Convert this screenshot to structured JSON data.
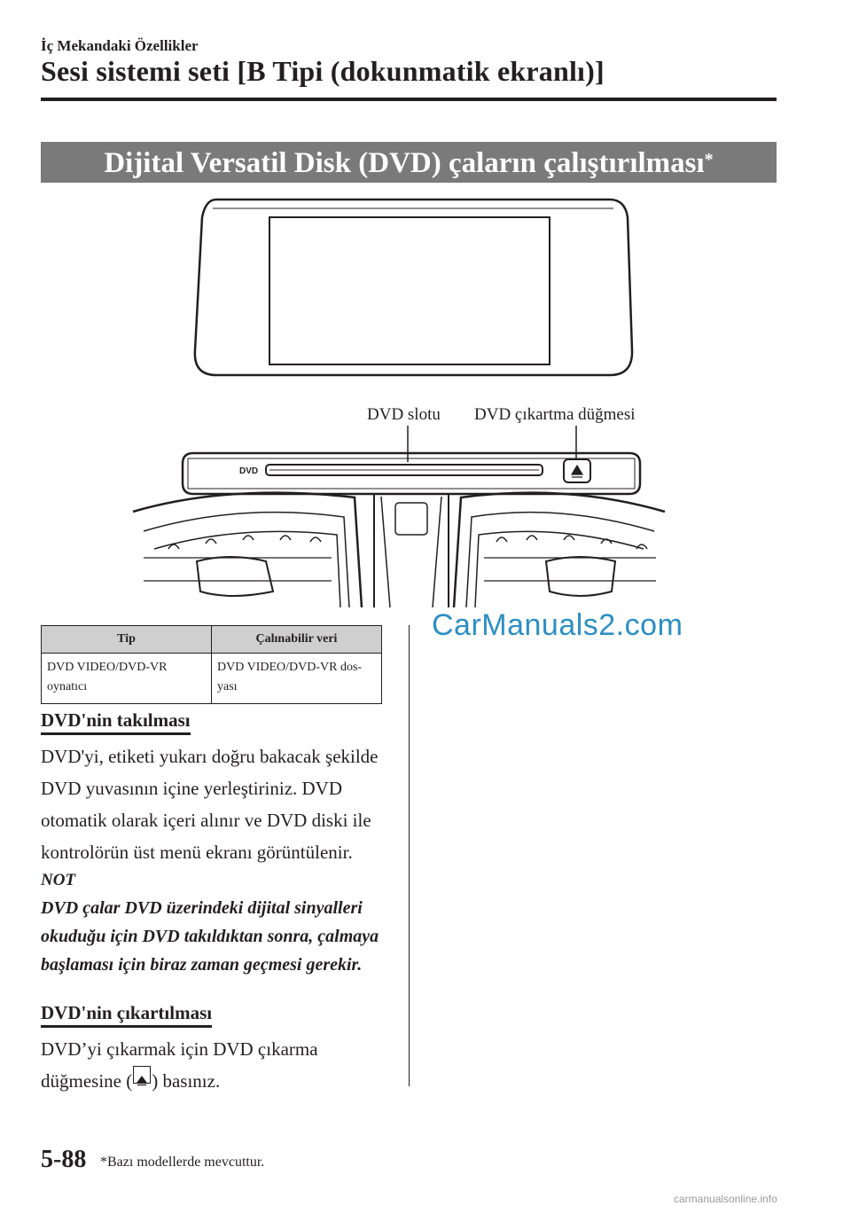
{
  "header": {
    "section": "İç Mekandaki Özellikler",
    "title": "Sesi sistemi seti [B Tipi (dokunmatik ekranlı)]"
  },
  "banner": {
    "title": "Dijital Versatil Disk (DVD) çaların çalıştırılması",
    "mark": "*"
  },
  "figure": {
    "label_slot": "DVD slotu",
    "label_eject": "DVD çıkartma düğmesi",
    "logo_text": "DVD"
  },
  "table": {
    "headers": [
      "Tip",
      "Çalınabilir veri"
    ],
    "rows": [
      [
        "DVD VIDEO/DVD-VR oynatıcı",
        "DVD VIDEO/DVD-VR dos-yası"
      ]
    ]
  },
  "insert": {
    "heading": "DVD'nin takılması",
    "text": "DVD'yi, etiketi yukarı doğru bakacak şekilde DVD yuvasının içine yerleştiriniz. DVD otomatik olarak içeri alınır ve DVD diski ile kontrolörün üst menü ekranı görüntülenir."
  },
  "note": {
    "label": "NOT",
    "text": "DVD çalar DVD üzerindeki dijital sinyalleri okuduğu için DVD takıldıktan sonra, çalmaya başlaması için biraz zaman geçmesi gerekir."
  },
  "eject": {
    "heading": "DVD'nin çıkartılması",
    "text_before": "DVD’yi çıkarmak için DVD çıkarma düğmesine (",
    "text_after": ") basınız."
  },
  "footer": {
    "page_number": "5-88",
    "footnote": "*Bazı modellerde mevcuttur."
  },
  "watermark": "CarManuals2.com",
  "site_mark": "carmanualsonline.info"
}
